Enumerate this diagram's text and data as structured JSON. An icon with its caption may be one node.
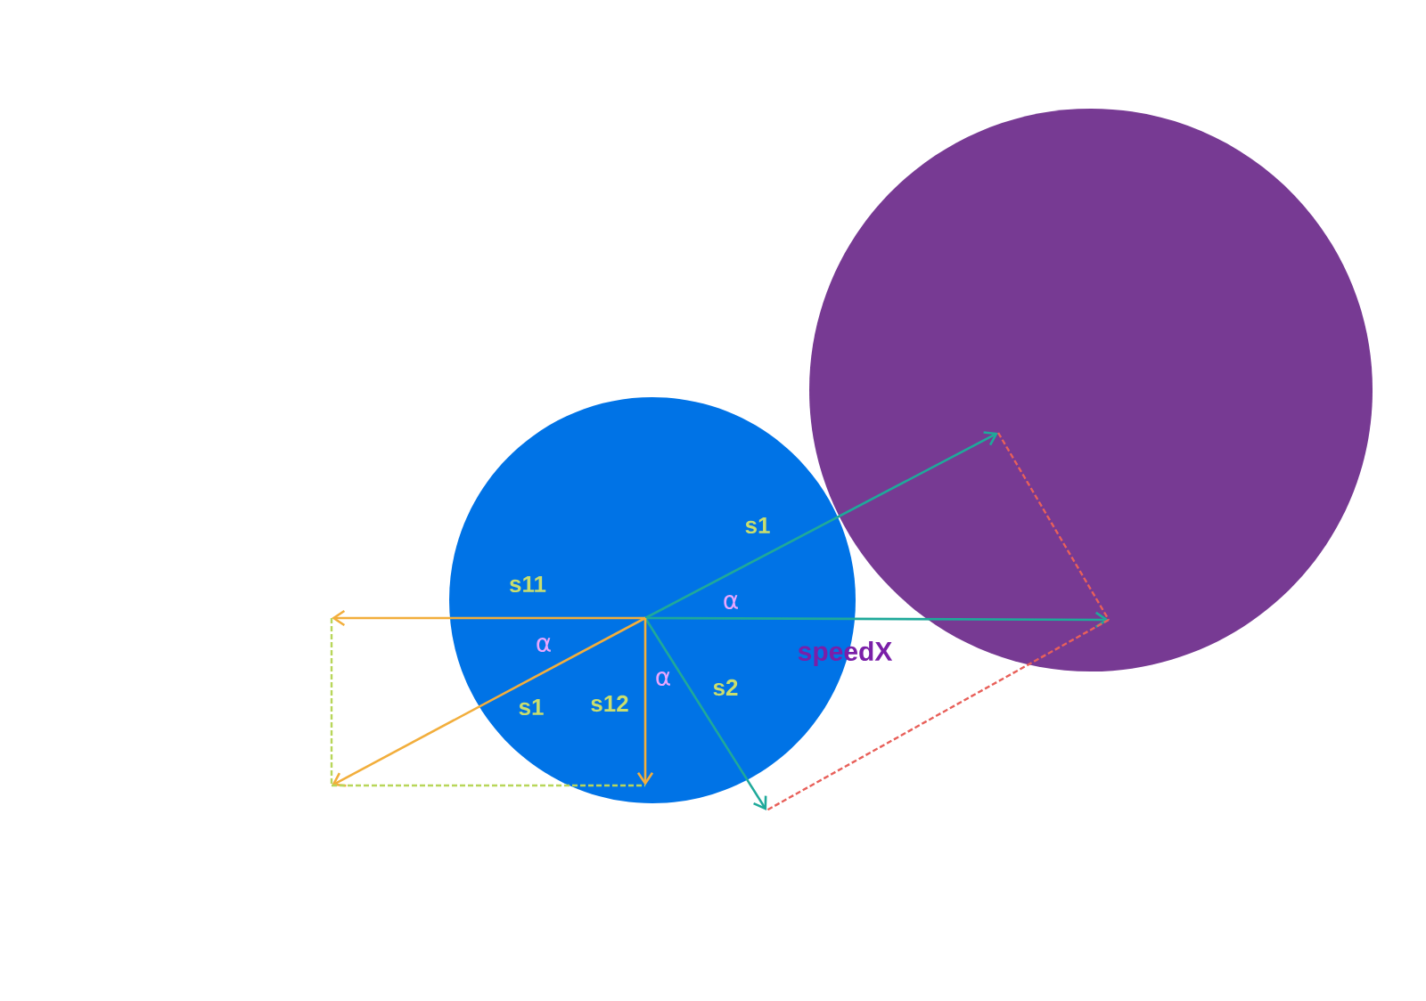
{
  "diagram": {
    "nodes": [
      {
        "text": [],
        "shape": "circle"
      },
      {
        "text": [],
        "shape": "circle"
      }
    ],
    "labels": [
      "s1",
      "s11",
      "α",
      "α",
      "speedX",
      "α",
      "s2",
      "s1",
      "s12"
    ]
  }
}
